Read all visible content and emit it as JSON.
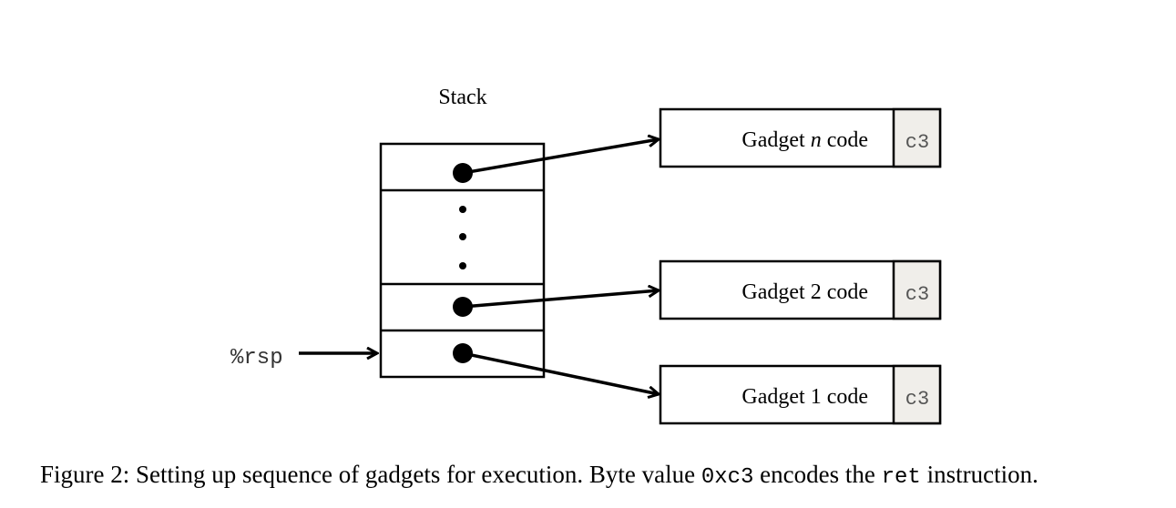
{
  "diagram": {
    "stack_label": "Stack",
    "register_label": "%rsp",
    "gadgets": [
      {
        "label_prefix": "Gadget ",
        "label_var": "n",
        "label_suffix": " code",
        "byte": "c3"
      },
      {
        "label_prefix": "Gadget 2 code",
        "label_var": "",
        "label_suffix": "",
        "byte": "c3"
      },
      {
        "label_prefix": "Gadget 1 code",
        "label_var": "",
        "label_suffix": "",
        "byte": "c3"
      }
    ],
    "colors": {
      "byte_fill": "#f0eeea",
      "stroke": "#000000"
    }
  },
  "caption": {
    "prefix": "Figure 2: Setting up sequence of gadgets for execution. Byte value ",
    "code1": "0xc3",
    "middle": " encodes the ",
    "code2": "ret",
    "suffix": " instruction."
  }
}
